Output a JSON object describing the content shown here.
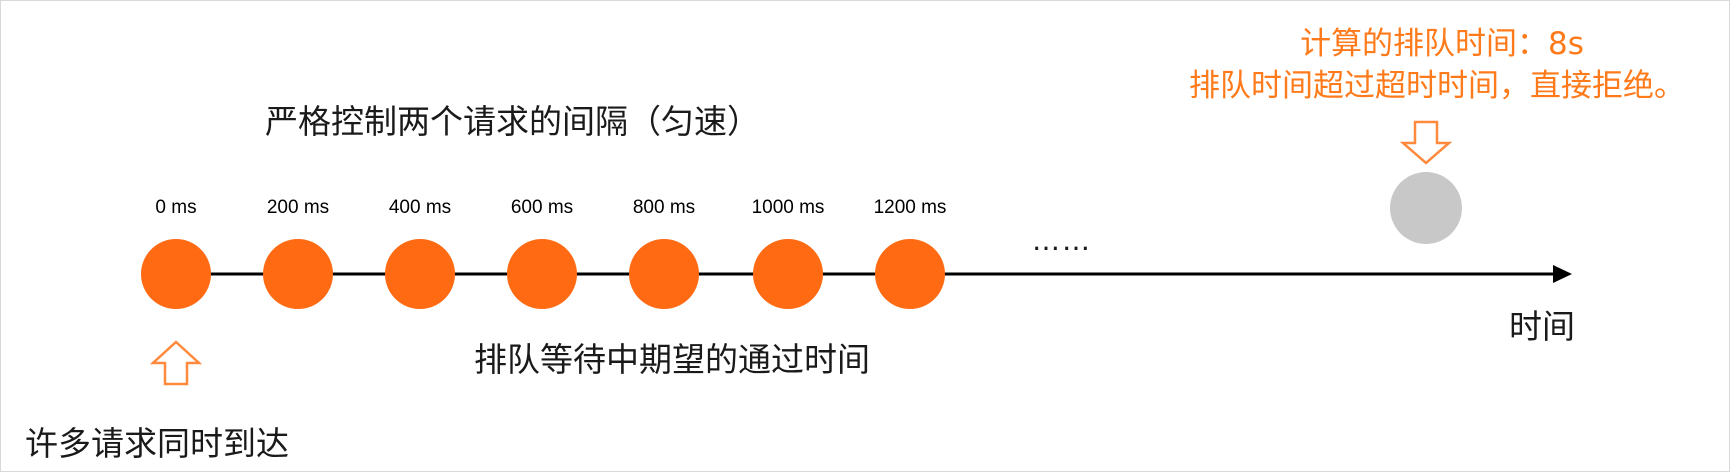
{
  "title": "严格控制两个请求的间隔（匀速）",
  "time_labels": [
    "0 ms",
    "200 ms",
    "400 ms",
    "600 ms",
    "800 ms",
    "1000 ms",
    "1200 ms"
  ],
  "ellipsis": "……",
  "axis_label": "时间",
  "queue_caption": "排队等待中期望的通过时间",
  "arrival_caption": "许多请求同时到达",
  "rejected_note": {
    "line1": "计算的排队时间：8s",
    "line2": "排队时间超过超时时间，直接拒绝。"
  },
  "icons": {
    "request_dot": "filled-circle",
    "rejected_dot": "filled-circle",
    "arrival_arrow": "hollow-up-arrow",
    "rejected_arrow": "hollow-down-arrow",
    "timeline_arrow": "right-arrowhead"
  },
  "colors": {
    "request": "#ff6a13",
    "rejected": "#c8c8c8",
    "accent_text": "#ff7a1a",
    "arrow_outline": "#ff8a3d",
    "line": "#000000"
  }
}
